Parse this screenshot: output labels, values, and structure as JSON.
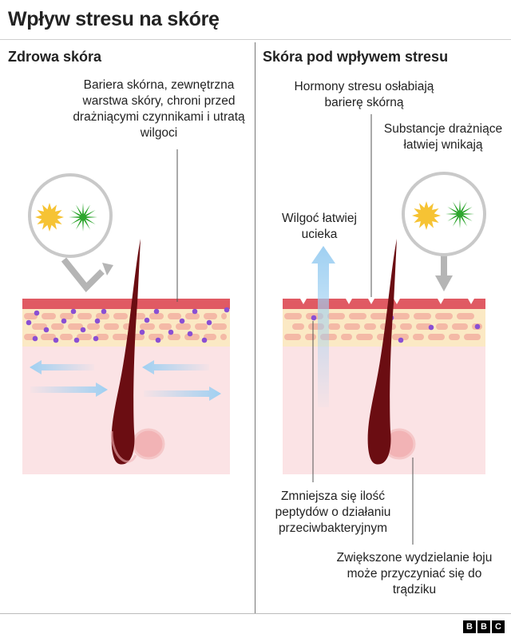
{
  "title": "Wpływ stresu na skórę",
  "panels": {
    "left": {
      "heading": "Zdrowa skóra",
      "annotation_barrier": "Bariera skórna, zewnętrzna warstwa skóry, chroni przed drażniącymi czynnikami i utratą wilgoci"
    },
    "right": {
      "heading": "Skóra pod wpływem stresu",
      "annotation_hormones": "Hormony stresu osłabiają barierę skórną",
      "annotation_substances": "Substancje drażniące łatwiej wnikają",
      "annotation_moisture": "Wilgoć łatwiej ucieka",
      "annotation_peptides": "Zmniejsza się ilość peptydów o działaniu przeciwbakteryjnym",
      "annotation_sebum": "Zwiększone wydzielanie łoju może przyczyniać się do trądziku"
    }
  },
  "logo": {
    "letters": [
      "B",
      "B",
      "C"
    ]
  },
  "colors": {
    "barrier_top": "#e05a63",
    "epidermis": "#fbe9c4",
    "cell": "#f4b9a6",
    "peptide_dot": "#8a4fd3",
    "dermis": "#fbe3e5",
    "hair": "#6b0d12",
    "gland": "#f2b3b5",
    "arrow_grey": "#b5b5b5",
    "moisture_arrow": "#9fd0f2",
    "sun": "#f6c334",
    "star": "#2ea62e"
  }
}
